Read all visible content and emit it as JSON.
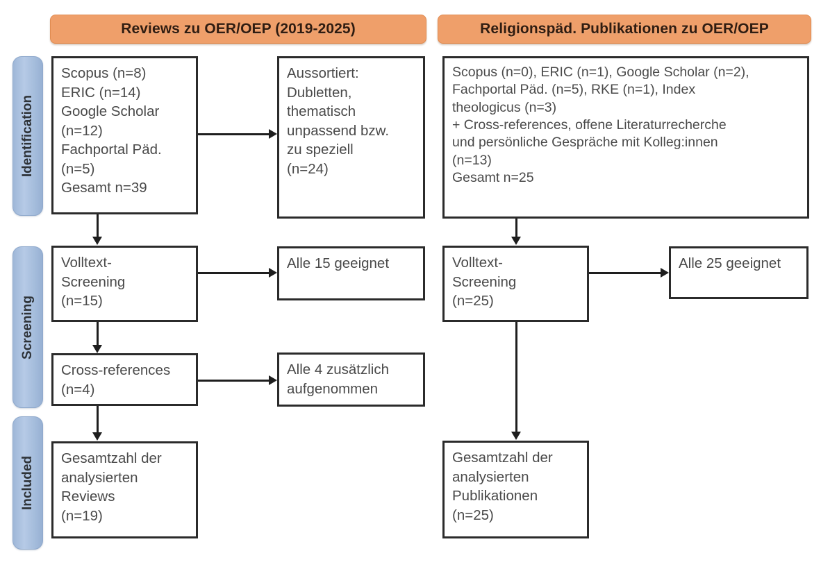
{
  "diagram": {
    "type": "prisma-flow-diagram",
    "columns": [
      {
        "id": "left",
        "header": "Reviews zu OER/OEP (2019-2025)"
      },
      {
        "id": "right",
        "header": "Religionspäd. Publikationen zu OER/OEP"
      }
    ],
    "stages": [
      {
        "id": "identification",
        "label": "Identification"
      },
      {
        "id": "screening",
        "label": "Screening"
      },
      {
        "id": "included",
        "label": "Included"
      }
    ],
    "boxes": {
      "left_identification": [
        "Scopus (n=8)",
        "ERIC (n=14)",
        "Google Scholar",
        "(n=12)",
        "Fachportal Päd.",
        "(n=5)",
        "Gesamt n=39"
      ],
      "left_excluded": [
        "Aussortiert:",
        "Dubletten,",
        "thematisch",
        "unpassend bzw.",
        "zu speziell",
        "(n=24)"
      ],
      "left_fulltext": [
        "Volltext-",
        "Screening",
        "(n=15)"
      ],
      "left_fulltext_result": [
        "Alle 15 geeignet"
      ],
      "left_crossrefs": [
        "Cross-references",
        "(n=4)"
      ],
      "left_crossrefs_result": [
        "Alle 4 zusätzlich",
        "aufgenommen"
      ],
      "left_included": [
        "Gesamtzahl der",
        "analysierten",
        "Reviews",
        "(n=19)"
      ],
      "right_identification": [
        "Scopus (n=0), ERIC (n=1), Google Scholar (n=2),",
        "Fachportal Päd. (n=5), RKE (n=1), Index",
        "theologicus (n=3)",
        "+ Cross-references, offene Literaturrecherche",
        "und persönliche Gespräche mit Kolleg:innen",
        "(n=13)",
        "Gesamt n=25"
      ],
      "right_fulltext": [
        "Volltext-",
        "Screening",
        "(n=25)"
      ],
      "right_fulltext_result": [
        "Alle 25 geeignet"
      ],
      "right_included": [
        "Gesamtzahl der",
        "analysierten",
        "Publikationen",
        "(n=25)"
      ]
    },
    "colors": {
      "header_fill": "#ef9f6a",
      "header_text": "#301c10",
      "stage_fill": "#a9c0de",
      "stage_text": "#2e3338",
      "box_border": "#2b2b2b",
      "box_text": "#4a4a4a",
      "connector": "#1e1e1e",
      "background": "#ffffff"
    }
  }
}
